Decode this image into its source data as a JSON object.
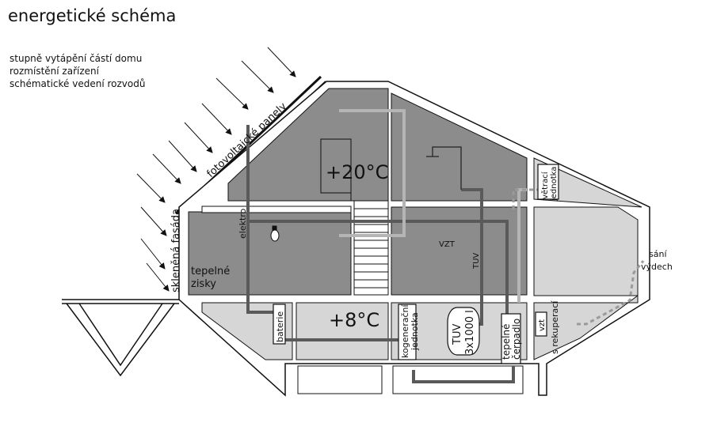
{
  "title": "energetické schéma",
  "subtitles": [
    "stupně vytápění částí domu",
    "rozmístění zařízení",
    "schématické vedení rozvodů"
  ],
  "labels": {
    "pv": "fotovoltaické panely",
    "facade": "skleněná fasáda",
    "temp_upper": "+20°C",
    "temp_lower": "+8°C",
    "elektro": "elektro",
    "gains_1": "tepelné",
    "gains_2": "zisky",
    "vzt": "VZT",
    "tuv": "TUV",
    "vent_1": "větrací",
    "vent_2": "jednotka",
    "intake_1": "sání",
    "intake_2": "výdech",
    "battery": "baterie",
    "cogen_1": "kogenerační",
    "cogen_2": "jednotka",
    "tank_1": "TUV",
    "tank_2": "3x1000 l",
    "pump_1": "tepelné",
    "pump_2": "čerpadlo",
    "vzt_small": "vzt",
    "recup": "s rekuperací"
  },
  "colors": {
    "zone_warm": "#8c8c8c",
    "zone_cool": "#d6d6d6",
    "outline": "#111111",
    "pipe_dark": "#5a5a5a",
    "pipe_light": "#b5b5b5"
  }
}
